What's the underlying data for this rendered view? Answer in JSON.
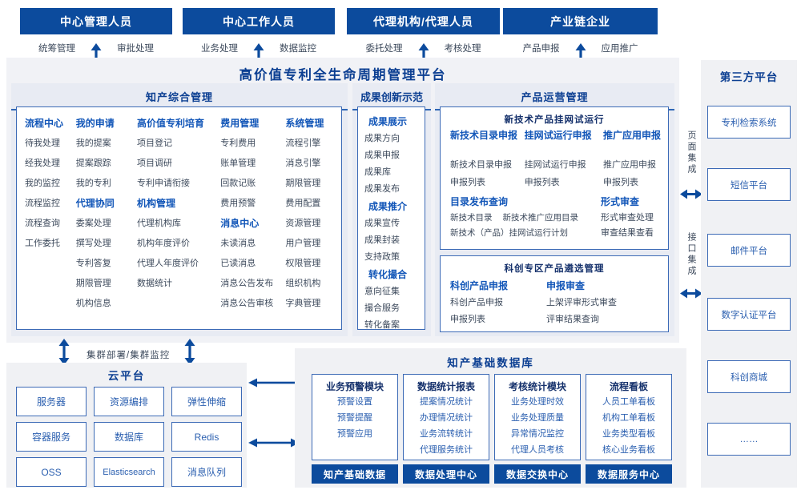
{
  "colors": {
    "navy": "#0c4b9d",
    "header_blue": "#1256b8",
    "body_text": "#3d4a5c",
    "item_blue": "#2c60b0",
    "panel_bg": "#f1f2f6",
    "card_bg": "#e8ebf3"
  },
  "roles": [
    {
      "title": "中心管理人员",
      "left": "统筹管理",
      "right": "审批处理"
    },
    {
      "title": "中心工作人员",
      "left": "业务处理",
      "right": "数据监控"
    },
    {
      "title": "代理机构/代理人员",
      "left": "委托处理",
      "right": "考核处理"
    },
    {
      "title": "产业链企业",
      "left": "产品申报",
      "right": "应用推广"
    }
  ],
  "platform_title": "高价值专利全生命周期管理平台",
  "ip_mgmt": {
    "title": "知产综合管理",
    "columns": [
      [
        {
          "header": "流程中心",
          "items": [
            "待我处理",
            "经我处理",
            "我的监控",
            "流程监控",
            "流程查询",
            "工作委托"
          ]
        }
      ],
      [
        {
          "header": "我的申请",
          "items": [
            "我的提案",
            "提案跟踪",
            "我的专利"
          ]
        },
        {
          "header": "代理协同",
          "items": [
            "委案处理",
            "撰写处理",
            "专利答复",
            "期限管理",
            "机构信息"
          ]
        }
      ],
      [
        {
          "header": "高价值专利培育",
          "items": [
            "项目登记",
            "项目调研",
            "专利申请衔接"
          ]
        },
        {
          "header": "机构管理",
          "items": [
            "代理机构库",
            "机构年度评价",
            "代理人年度评价",
            "数据统计"
          ]
        }
      ],
      [
        {
          "header": "费用管理",
          "items": [
            "专利费用",
            "账单管理",
            "回款记账",
            "费用预警"
          ]
        },
        {
          "header": "消息中心",
          "items": [
            "未读消息",
            "已读消息",
            "消息公告发布",
            "消息公告审核"
          ]
        }
      ],
      [
        {
          "header": "系统管理",
          "items": [
            "流程引擎",
            "消息引擎",
            "期限管理",
            "费用配置",
            "资源管理",
            "用户管理",
            "权限管理",
            "组织机构",
            "字典管理"
          ]
        }
      ]
    ]
  },
  "innovation": {
    "title": "成果创新示范",
    "groups": [
      {
        "header": "成果展示",
        "items": [
          "成果方向",
          "成果申报",
          "成果库",
          "成果发布"
        ]
      },
      {
        "header": "成果推介",
        "items": [
          "成果宣传",
          "成果封装",
          "支持政策"
        ]
      },
      {
        "header": "转化撮合",
        "items": [
          "意向征集",
          "撮合服务",
          "转化备案"
        ]
      }
    ]
  },
  "product_ops": {
    "title": "产品运营管理",
    "trial": {
      "title": "新技术产品挂网试运行",
      "apply_columns": [
        {
          "header": "新技术目录申报",
          "items": [
            "新技术目录申报",
            "申报列表"
          ]
        },
        {
          "header": "挂网试运行申报",
          "items": [
            "挂网试运行申报",
            "申报列表"
          ]
        },
        {
          "header": "推广应用申报",
          "items": [
            "推广应用申报",
            "申报列表"
          ]
        }
      ],
      "catalog": {
        "header": "目录发布查询",
        "row1": [
          "新技术目录",
          "新技术推广应用目录"
        ],
        "row2": "新技术（产品）挂网试运行计划"
      },
      "review": {
        "header": "形式审查",
        "items": [
          "形式审查处理",
          "审查结果查看"
        ]
      }
    },
    "sci_zone": {
      "title": "科创专区产品遴选管理",
      "columns": [
        {
          "header": "科创产品申报",
          "items": [
            "科创产品申报",
            "申报列表"
          ]
        },
        {
          "header": "申报审查",
          "items": [
            "上架评审形式审查",
            "评审结果查询"
          ]
        }
      ]
    }
  },
  "integration": {
    "page": "页面集成",
    "api": "接口集成"
  },
  "third_party": {
    "title": "第三方平台",
    "items": [
      "专利检索系统",
      "短信平台",
      "邮件平台",
      "数字认证平台",
      "科创商城",
      "……"
    ]
  },
  "cluster_label": "集群部署/集群监控",
  "cloud": {
    "title": "云平台",
    "items": [
      "服务器",
      "资源编排",
      "弹性伸缩",
      "容器服务",
      "数据库",
      "Redis",
      "OSS",
      "Elasticsearch",
      "消息队列"
    ]
  },
  "data_center": {
    "title": "知产基础数据库",
    "modules": [
      {
        "header": "业务预警模块",
        "items": [
          "预警设置",
          "预警提醒",
          "预警应用"
        ],
        "footer": "知产基础数据"
      },
      {
        "header": "数据统计报表",
        "items": [
          "提案情况统计",
          "办理情况统计",
          "业务流转统计",
          "代理服务统计"
        ],
        "footer": "数据处理中心"
      },
      {
        "header": "考核统计模块",
        "items": [
          "业务处理时效",
          "业务处理质量",
          "异常情况监控",
          "代理人员考核"
        ],
        "footer": "数据交换中心"
      },
      {
        "header": "流程看板",
        "items": [
          "人员工单看板",
          "机构工单看板",
          "业务类型看板",
          "核心业务看板"
        ],
        "footer": "数据服务中心"
      }
    ]
  }
}
